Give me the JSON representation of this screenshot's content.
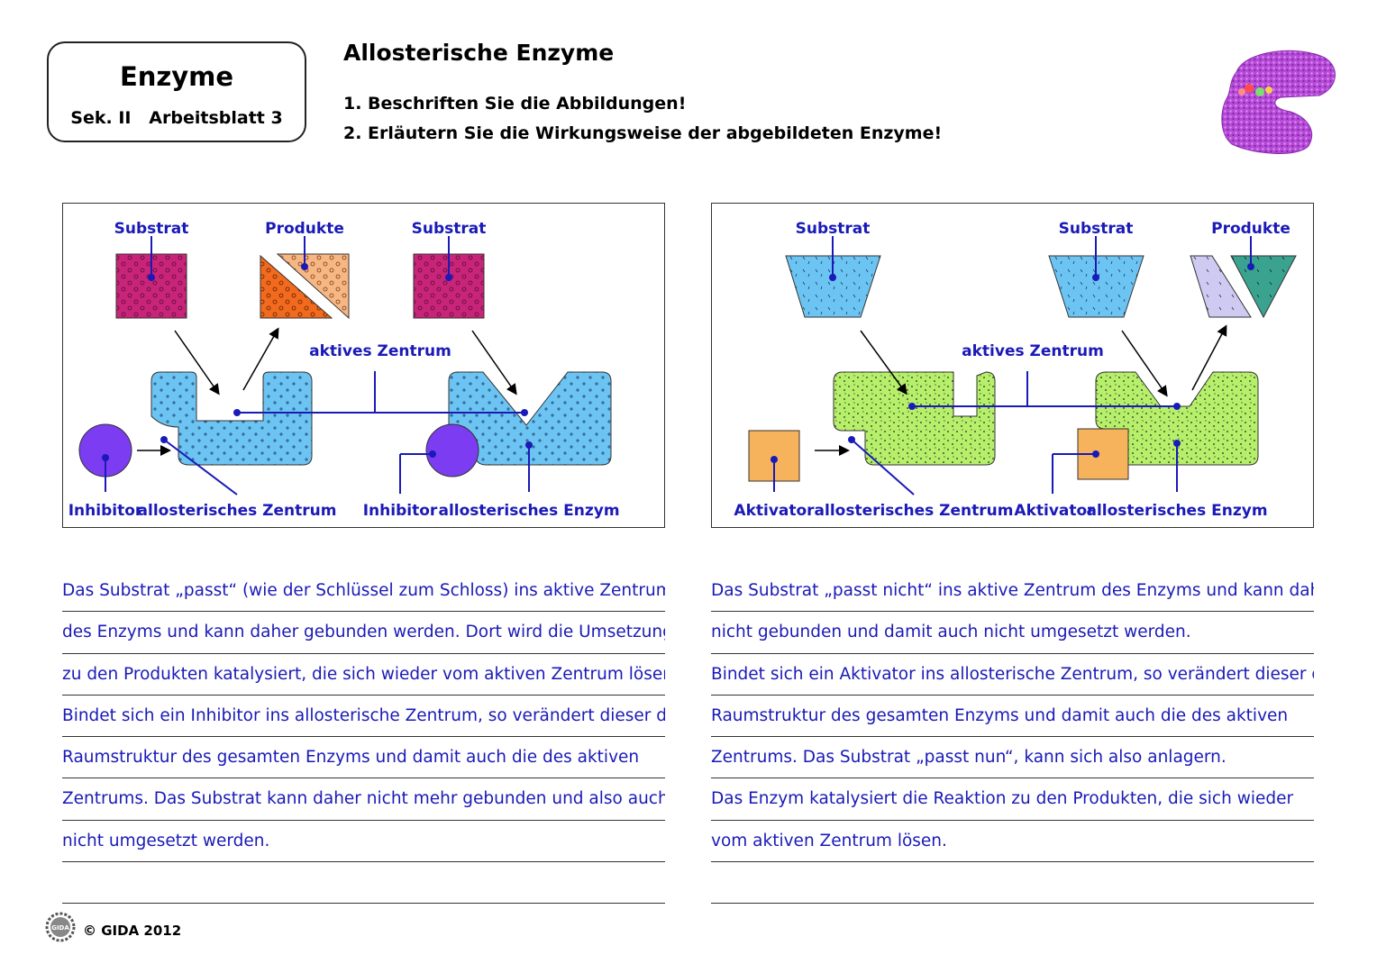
{
  "header": {
    "title": "Enzyme",
    "subtitle": "Sek. II   Arbeitsblatt 3",
    "heading": "Allosterische Enzyme",
    "tasks": [
      "1. Beschriften Sie die Abbildungen!",
      "2. Erläutern Sie die Wirkungsweise der abgebildeten Enzyme!"
    ]
  },
  "figure_left": {
    "substrat_1": "Substrat",
    "produkte": "Produkte",
    "substrat_2": "Substrat",
    "aktives_zentrum": "aktives Zentrum",
    "inhibitor_1": "Inhibitor",
    "allosterisches_zentrum": "allosterisches Zentrum",
    "inhibitor_2": "Inhibitor",
    "allosterisches_enzym": "allosterisches Enzym"
  },
  "figure_right": {
    "substrat_1": "Substrat",
    "substrat_2": "Substrat",
    "produkte": "Produkte",
    "aktives_zentrum": "aktives Zentrum",
    "aktivator_1": "Aktivator",
    "allosterisches_zentrum": "allosterisches Zentrum",
    "aktivator_2": "Aktivator",
    "allosterisches_enzym": "allosterisches Enzym"
  },
  "colors": {
    "label_blue": "#1a1ab8",
    "enzyme_left": "#6cc4f2",
    "enzyme_right": "#b6f06a",
    "substrat_square": "#c8257a",
    "product_dark": "#f26a1e",
    "product_light": "#f7b784",
    "inhibitor": "#7c3cf2",
    "aktivator": "#f7b35c",
    "substrat_trapezoid": "#6cc4f2",
    "product_lavender": "#cfcaf2",
    "product_teal": "#3aa38f"
  },
  "text_left": [
    "Das Substrat „passt“ (wie der Schlüssel zum Schloss) ins aktive Zentrum",
    "des Enzyms und kann daher gebunden werden. Dort wird die Umsetzung",
    "zu den Produkten katalysiert, die sich wieder vom aktiven Zentrum lösen.",
    "Bindet sich ein Inhibitor ins allosterische Zentrum, so verändert dieser die",
    "Raumstruktur des gesamten Enzyms und damit auch die des aktiven",
    "Zentrums. Das Substrat kann daher nicht mehr gebunden und also auch",
    "nicht umgesetzt werden.",
    ""
  ],
  "text_right": [
    "Das Substrat „passt nicht“ ins aktive Zentrum des Enzyms und kann daher",
    "nicht gebunden und damit auch nicht umgesetzt werden.",
    "Bindet sich ein Aktivator ins allosterische Zentrum, so verändert dieser die",
    "Raumstruktur des gesamten Enzyms und damit auch die des aktiven",
    "Zentrums. Das Substrat „passt nun“, kann sich also anlagern.",
    "Das Enzym katalysiert die Reaktion zu den Produkten, die sich wieder",
    "vom aktiven Zentrum lösen.",
    ""
  ],
  "footer": {
    "logo_text": "GIDA",
    "copyright": "© GIDA 2012"
  }
}
